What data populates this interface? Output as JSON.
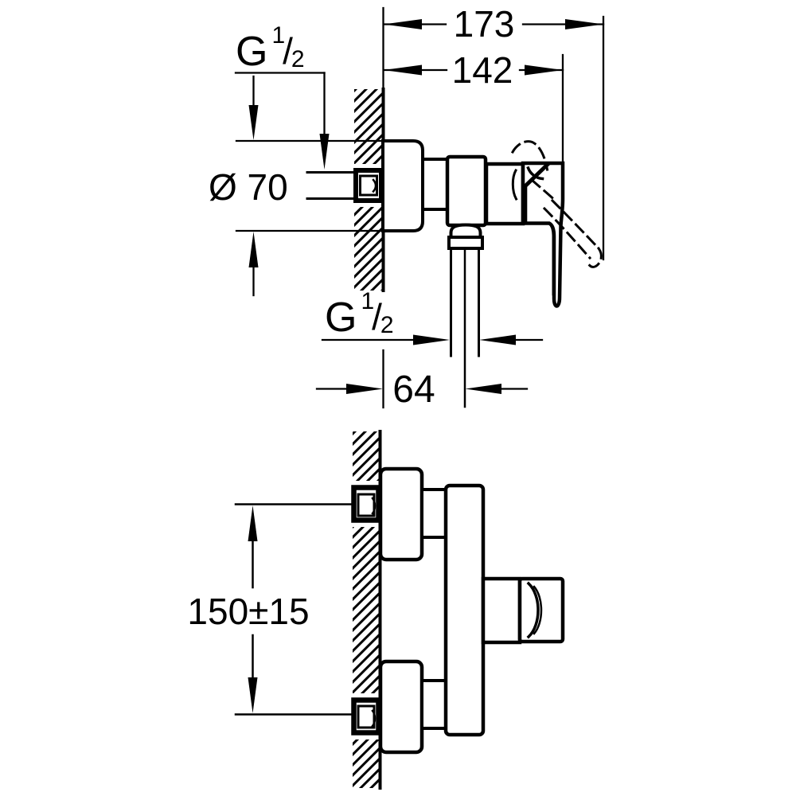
{
  "figure": {
    "type": "technical-installation-drawing",
    "product": "single-lever shower mixer, wall mounted",
    "colors": {
      "line": "#000000",
      "background": "#ffffff"
    },
    "views": {
      "side_view": {
        "dim_overall_depth": "173",
        "dim_depth_to_handle": "142",
        "dim_escutcheon_diameter": "Ø 70",
        "dim_outlet_offset": "64",
        "thread_inlet": {
          "letter": "G",
          "numerator": "1",
          "slash": "/",
          "denominator": "2"
        },
        "thread_outlet": {
          "letter": "G",
          "numerator": "1",
          "slash": "/",
          "denominator": "2"
        }
      },
      "front_view": {
        "dim_connection_spacing": "150±15"
      }
    }
  }
}
